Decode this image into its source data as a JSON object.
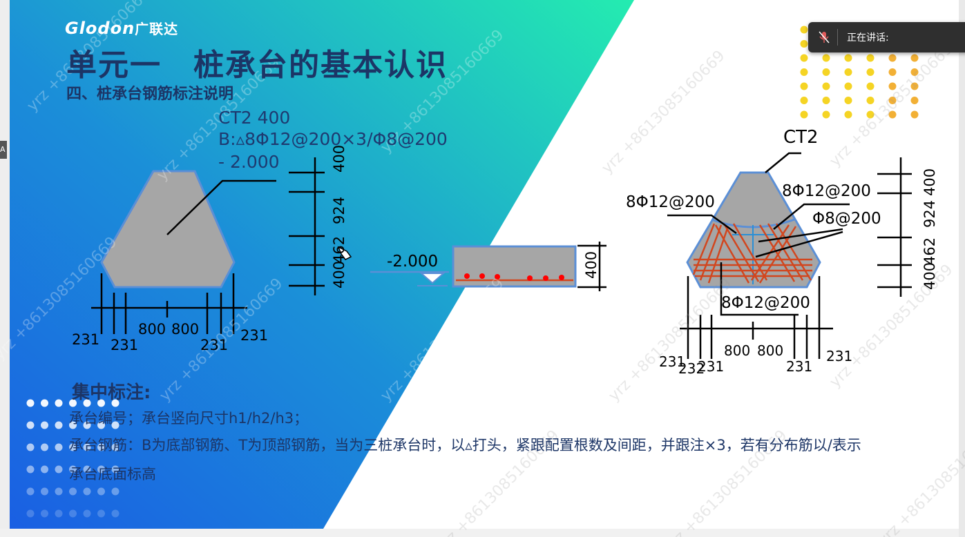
{
  "brand": {
    "logo_text": "Glodon",
    "name": "广联达"
  },
  "slide": {
    "title": "单元一　桩承台的基本认识",
    "subtitle": "四、桩承台钢筋标注说明",
    "annotation_lines": [
      "CT2  400",
      "B:▵8Φ12@200×3/Φ8@200",
      "- 2.000"
    ],
    "left_dims": {
      "d400": "400",
      "d924": "924",
      "d462": "462",
      "d400b": "400",
      "b231a": "231",
      "b231b": "231",
      "b800a": "800",
      "b800b": "800",
      "b231c": "231",
      "b231d": "231"
    },
    "section": {
      "elev": "-2.000",
      "height": "400"
    },
    "right": {
      "ct2": "CT2",
      "rebar1": "8Φ12@200",
      "rebar2": "8Φ12@200",
      "rebar3": "Φ8@200",
      "rebar4": "8Φ12@200",
      "d400": "400",
      "d924": "924",
      "d462": "462",
      "d400b": "400",
      "b231a": "231",
      "b232": "232",
      "b231b": "231",
      "b800a": "800",
      "b800b": "800",
      "b231c": "231",
      "b231d": "231"
    },
    "heading": "集中标注:",
    "lines": [
      "承台编号；承台竖向尺寸h1/h2/h3；",
      "承台钢筋：B为底部钢筋、T为顶部钢筋，当为三桩承台时，以▵打头，紧跟配置根数及间距，并跟注×3，若有分布筋以/表示",
      "承台底面标高"
    ]
  },
  "speaking": {
    "label": "正在讲话:"
  },
  "watermark": "yrz +8613085160669",
  "colors": {
    "blue_dark": "#1565e0",
    "teal": "#22e3b0",
    "cap_fill": "#a6a6a6",
    "cap_stroke": "#5b8fd6",
    "rebar": "#d2461e",
    "title": "#1c3566"
  }
}
